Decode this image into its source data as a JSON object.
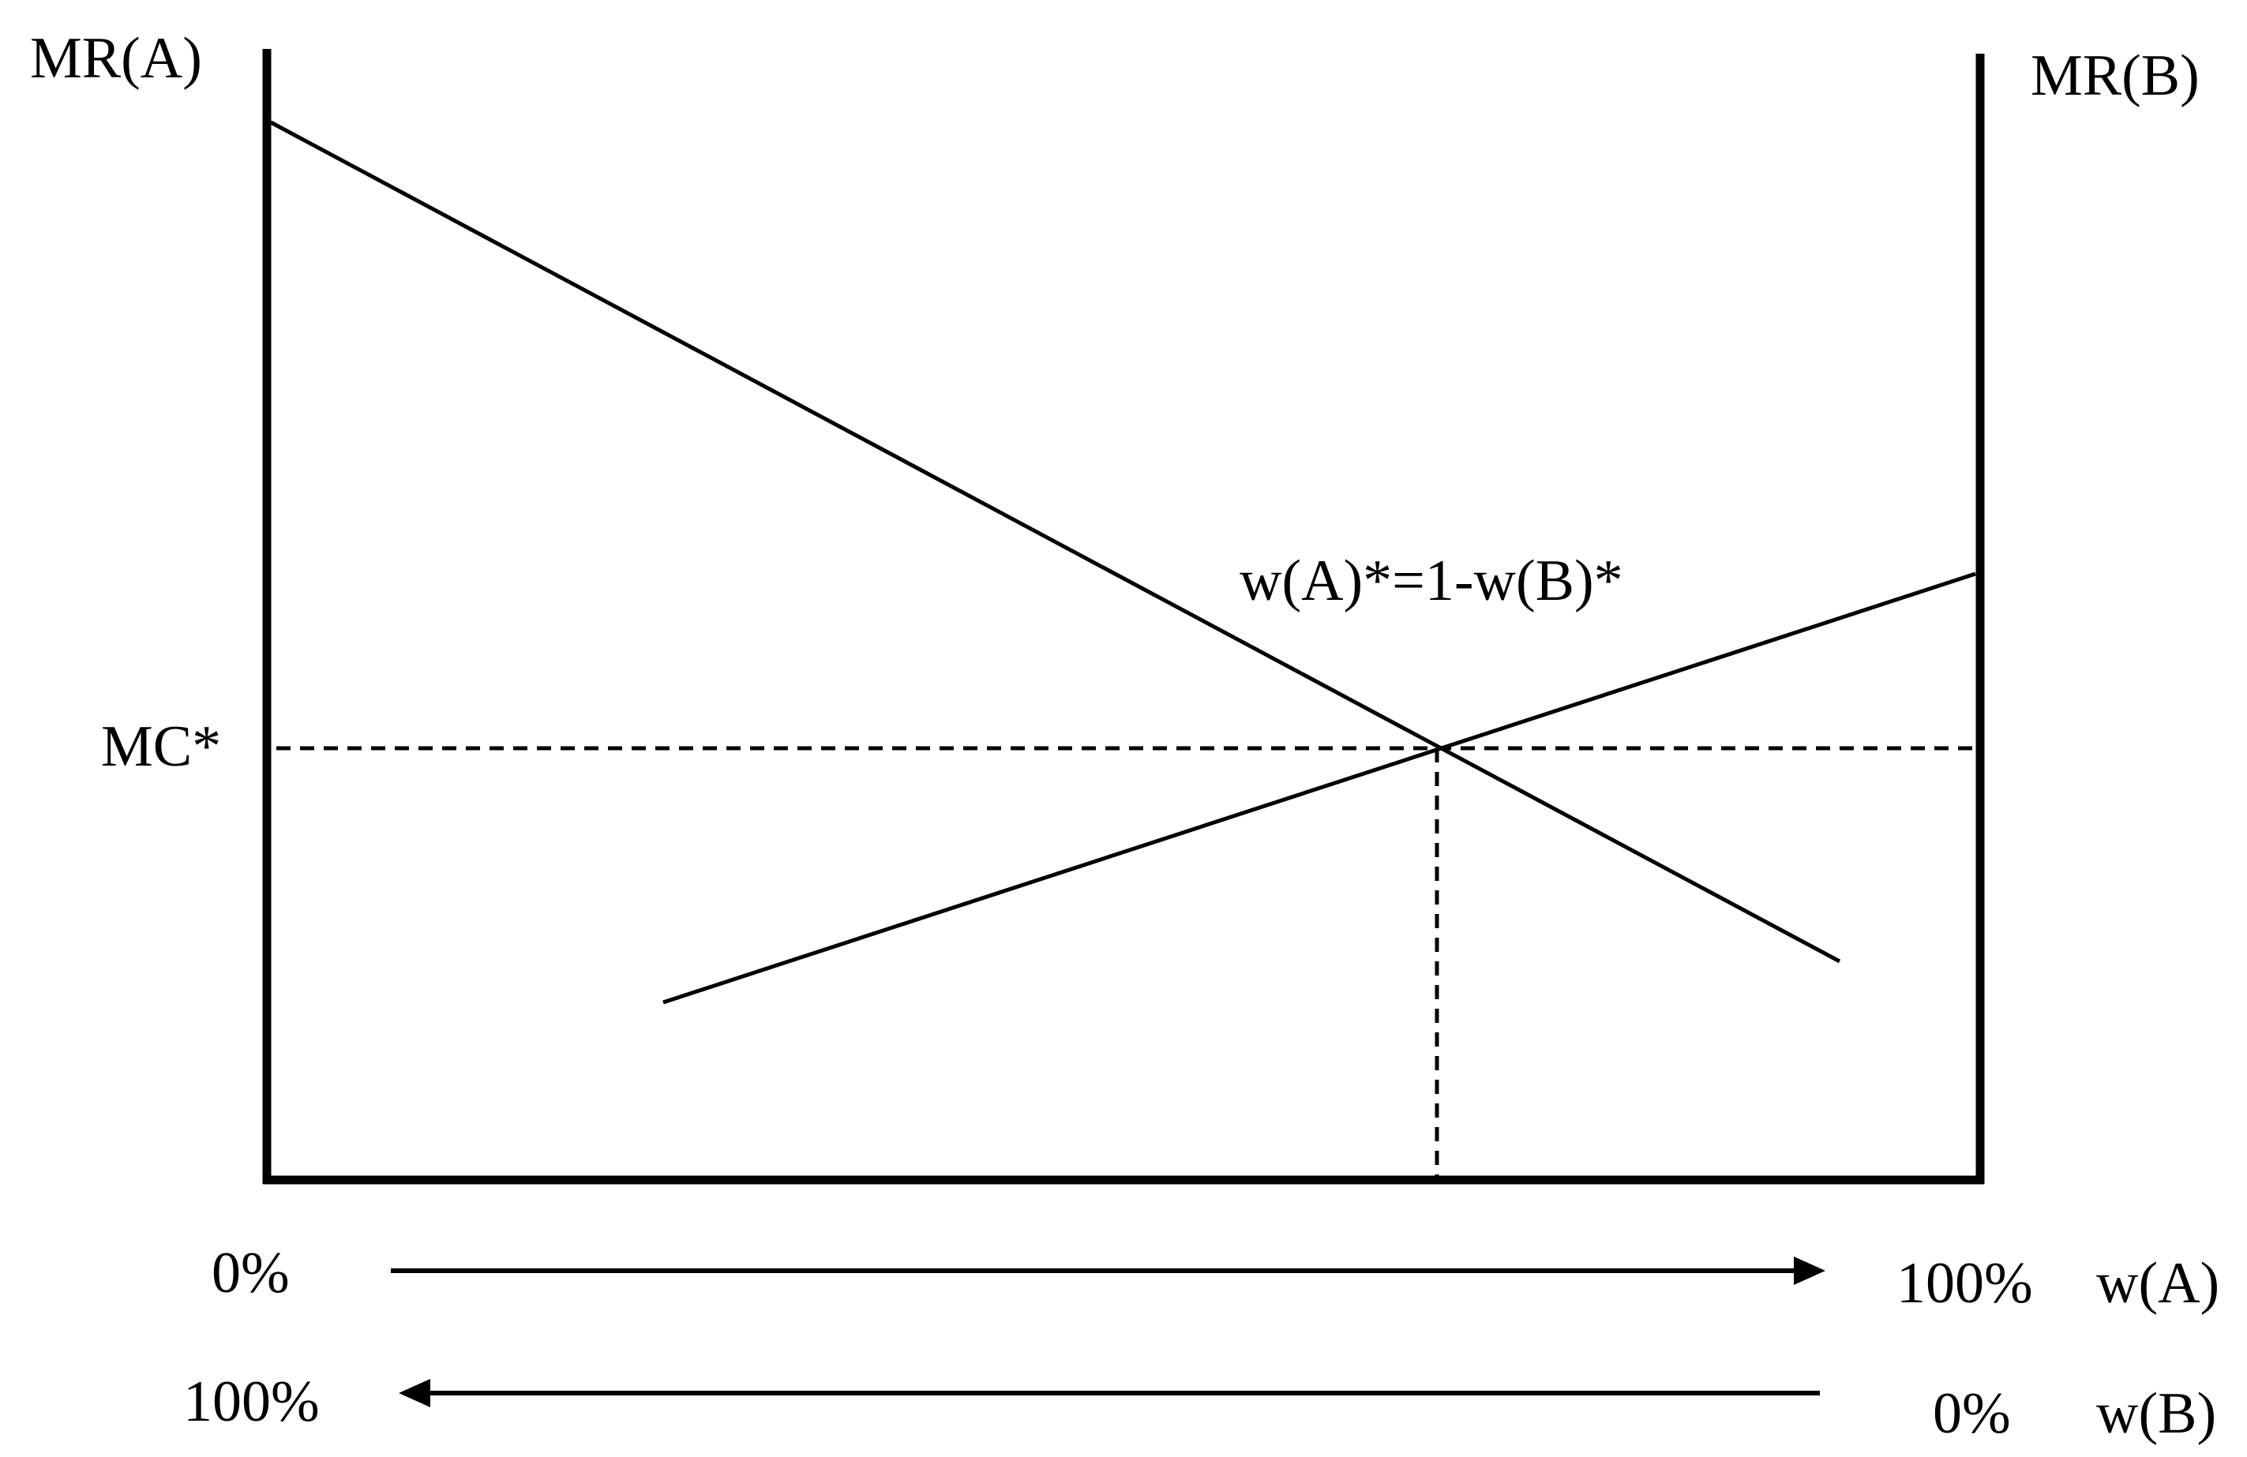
{
  "labels": {
    "left_axis": "MR(A)",
    "right_axis": "MR(B)",
    "mc": "MC*",
    "equilibrium": "w(A)*=1-w(B)*",
    "wa_start": "0%",
    "wa_end": "100%",
    "wa_name": "w(A)",
    "wb_start": "100%",
    "wb_end": "0%",
    "wb_name": "w(B)"
  },
  "colors": {
    "ink": "#000000",
    "background": "#ffffff"
  }
}
